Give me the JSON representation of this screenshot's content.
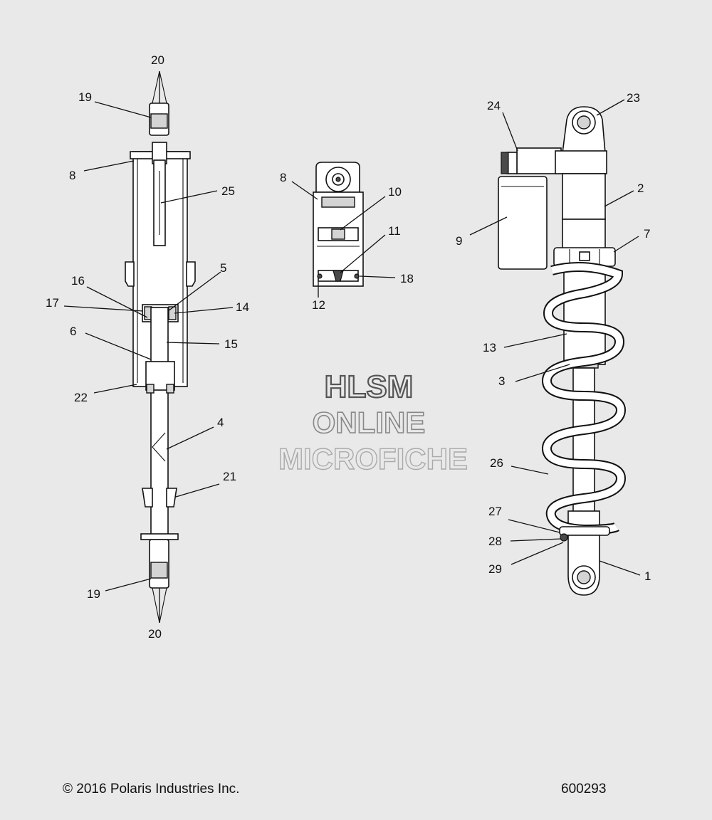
{
  "watermark": {
    "line1": "HLSM",
    "line2": "ONLINE",
    "line3": "MICROFICHE"
  },
  "footer": {
    "copyright": "© 2016 Polaris Industries Inc.",
    "drawing_number": "600293"
  },
  "callouts": {
    "c1": "1",
    "c2": "2",
    "c3": "3",
    "c4": "4",
    "c5": "5",
    "c6": "6",
    "c7": "7",
    "c8a": "8",
    "c8b": "8",
    "c9": "9",
    "c10": "10",
    "c11": "11",
    "c12": "12",
    "c13": "13",
    "c14": "14",
    "c15": "15",
    "c16": "16",
    "c17": "17",
    "c18": "18",
    "c19a": "19",
    "c19b": "19",
    "c20a": "20",
    "c20b": "20",
    "c21": "21",
    "c22": "22",
    "c23": "23",
    "c24": "24",
    "c25": "25",
    "c26": "26",
    "c27": "27",
    "c28": "28",
    "c29": "29"
  }
}
